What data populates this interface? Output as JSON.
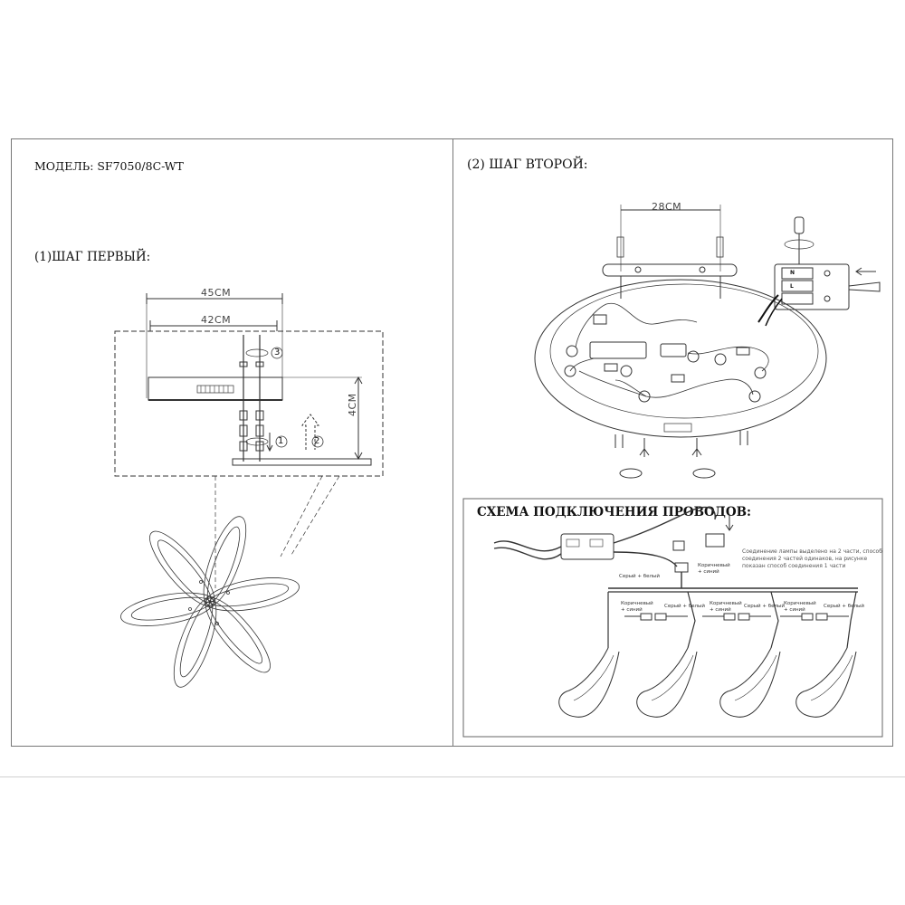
{
  "model": {
    "label": "МОДЕЛЬ: SF7050/8C-WT"
  },
  "step1": {
    "title": "(1)ШАГ ПЕРВЫЙ:",
    "dim_outer": "45CM",
    "dim_inner": "42CM",
    "dim_height": "4CM",
    "callouts": [
      "1",
      "2",
      "3"
    ]
  },
  "step2": {
    "title": "(2) ШАГ ВТОРОЙ:",
    "dim_bracket": "28CM",
    "terminals": [
      "N",
      "L"
    ]
  },
  "wiring": {
    "title": "СХЕМА ПОДКЛЮЧЕНИЯ ПРОВОДОВ:",
    "note": "Соединение лампы выделено на 2 части, способ соединения 2 частей одинаков, на рисунке показан способ соединения 1 части",
    "label_gray_white": "Серый + белый",
    "label_brown_blue": "Коричневый + синий",
    "labels_row": [
      "Коричневый + синий",
      "Серый + белый",
      "Коричневый + синий",
      "Серый + белый",
      "Коричневый + синий",
      "Серый + белый"
    ]
  }
}
